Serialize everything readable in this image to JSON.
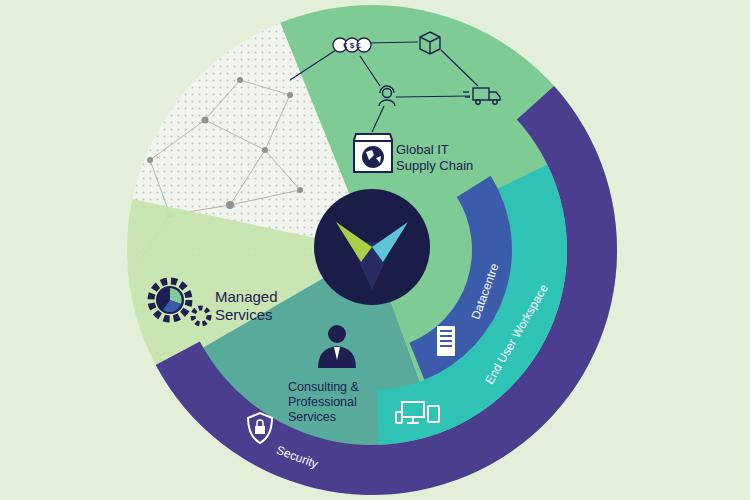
{
  "diagram": {
    "nodes": [
      {
        "text": [
          "Global IT Supply Chain"
        ]
      },
      {
        "text": [
          "Managed Services"
        ]
      },
      {
        "text": [
          "Consulting & Professional Services"
        ]
      },
      {
        "text": [
          "Datacentre"
        ]
      },
      {
        "text": [
          "End User Workspace"
        ]
      },
      {
        "text": [
          "Security"
        ]
      }
    ],
    "labels": [
      "€$£"
    ]
  }
}
